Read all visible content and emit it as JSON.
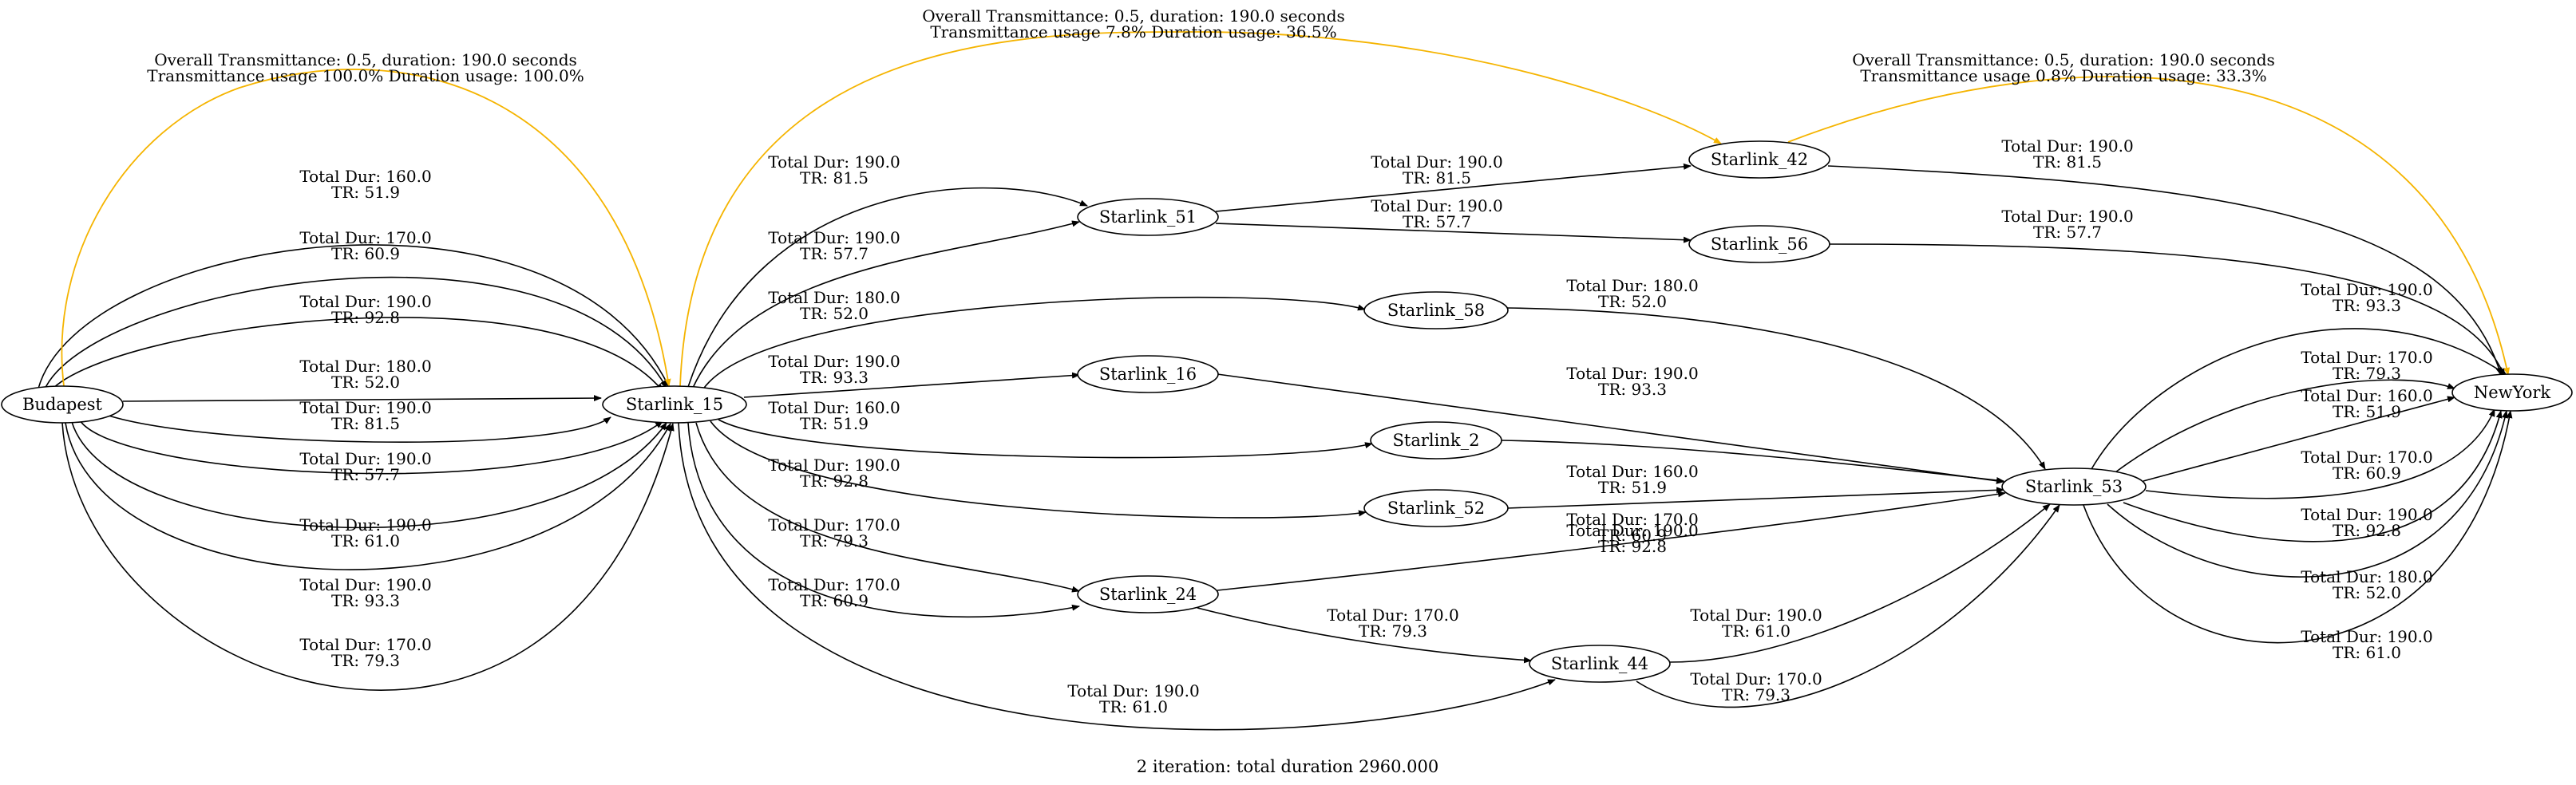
{
  "colors": {
    "edge": "#000000",
    "highlight": "#f5b400",
    "node_fill": "#ffffff"
  },
  "caption": "2 iteration: total duration 2960.000",
  "nodes": [
    {
      "id": "budapest",
      "label": "Budapest"
    },
    {
      "id": "s15",
      "label": "Starlink_15"
    },
    {
      "id": "s51",
      "label": "Starlink_51"
    },
    {
      "id": "s42",
      "label": "Starlink_42"
    },
    {
      "id": "s56",
      "label": "Starlink_56"
    },
    {
      "id": "s58",
      "label": "Starlink_58"
    },
    {
      "id": "s16",
      "label": "Starlink_16"
    },
    {
      "id": "s2",
      "label": "Starlink_2"
    },
    {
      "id": "s52",
      "label": "Starlink_52"
    },
    {
      "id": "s24",
      "label": "Starlink_24"
    },
    {
      "id": "s44",
      "label": "Starlink_44"
    },
    {
      "id": "s53",
      "label": "Starlink_53"
    },
    {
      "id": "newyork",
      "label": "NewYork"
    }
  ],
  "edges": [
    {
      "from": "budapest",
      "to": "s15",
      "dur": "Total Dur: 160.0",
      "tr": "TR: 51.9"
    },
    {
      "from": "budapest",
      "to": "s15",
      "dur": "Total Dur: 170.0",
      "tr": "TR: 60.9"
    },
    {
      "from": "budapest",
      "to": "s15",
      "dur": "Total Dur: 190.0",
      "tr": "TR: 92.8"
    },
    {
      "from": "budapest",
      "to": "s15",
      "dur": "Total Dur: 180.0",
      "tr": "TR: 52.0"
    },
    {
      "from": "budapest",
      "to": "s15",
      "dur": "Total Dur: 190.0",
      "tr": "TR: 81.5"
    },
    {
      "from": "budapest",
      "to": "s15",
      "dur": "Total Dur: 190.0",
      "tr": "TR: 57.7"
    },
    {
      "from": "budapest",
      "to": "s15",
      "dur": "Total Dur: 190.0",
      "tr": "TR: 61.0"
    },
    {
      "from": "budapest",
      "to": "s15",
      "dur": "Total Dur: 190.0",
      "tr": "TR: 93.3"
    },
    {
      "from": "budapest",
      "to": "s15",
      "dur": "Total Dur: 170.0",
      "tr": "TR: 79.3"
    },
    {
      "from": "s15",
      "to": "s51",
      "dur": "Total Dur: 190.0",
      "tr": "TR: 81.5"
    },
    {
      "from": "s15",
      "to": "s51",
      "dur": "Total Dur: 190.0",
      "tr": "TR: 57.7"
    },
    {
      "from": "s15",
      "to": "s58",
      "dur": "Total Dur: 180.0",
      "tr": "TR: 52.0"
    },
    {
      "from": "s15",
      "to": "s16",
      "dur": "Total Dur: 190.0",
      "tr": "TR: 93.3"
    },
    {
      "from": "s15",
      "to": "s2",
      "dur": "Total Dur: 160.0",
      "tr": "TR: 51.9"
    },
    {
      "from": "s15",
      "to": "s52",
      "dur": "Total Dur: 190.0",
      "tr": "TR: 92.8"
    },
    {
      "from": "s15",
      "to": "s24",
      "dur": "Total Dur: 170.0",
      "tr": "TR: 79.3"
    },
    {
      "from": "s15",
      "to": "s24",
      "dur": "Total Dur: 170.0",
      "tr": "TR: 60.9"
    },
    {
      "from": "s15",
      "to": "s44",
      "dur": "Total Dur: 190.0",
      "tr": "TR: 61.0"
    },
    {
      "from": "s51",
      "to": "s42",
      "dur": "Total Dur: 190.0",
      "tr": "TR: 81.5"
    },
    {
      "from": "s51",
      "to": "s56",
      "dur": "Total Dur: 190.0",
      "tr": "TR: 57.7"
    },
    {
      "from": "s42",
      "to": "newyork",
      "dur": "Total Dur: 190.0",
      "tr": "TR: 81.5"
    },
    {
      "from": "s56",
      "to": "newyork",
      "dur": "Total Dur: 190.0",
      "tr": "TR: 57.7"
    },
    {
      "from": "s58",
      "to": "s53",
      "dur": "Total Dur: 180.0",
      "tr": "TR: 52.0"
    },
    {
      "from": "s16",
      "to": "s53",
      "dur": "Total Dur: 190.0",
      "tr": "TR: 93.3"
    },
    {
      "from": "s2",
      "to": "s53",
      "dur": "Total Dur: 160.0",
      "tr": "TR: 51.9"
    },
    {
      "from": "s52",
      "to": "s53",
      "dur": "Total Dur: 190.0",
      "tr": "TR: 92.8"
    },
    {
      "from": "s24",
      "to": "s53",
      "dur": "Total Dur: 170.0",
      "tr": "TR: 60.9"
    },
    {
      "from": "s24",
      "to": "s44",
      "dur": "Total Dur: 170.0",
      "tr": "TR: 79.3"
    },
    {
      "from": "s44",
      "to": "s53",
      "dur": "Total Dur: 190.0",
      "tr": "TR: 61.0"
    },
    {
      "from": "s44",
      "to": "s53",
      "dur": "Total Dur: 170.0",
      "tr": "TR: 79.3"
    },
    {
      "from": "s53",
      "to": "newyork",
      "dur": "Total Dur: 190.0",
      "tr": "TR: 93.3"
    },
    {
      "from": "s53",
      "to": "newyork",
      "dur": "Total Dur: 170.0",
      "tr": "TR: 79.3"
    },
    {
      "from": "s53",
      "to": "newyork",
      "dur": "Total Dur: 160.0",
      "tr": "TR: 51.9"
    },
    {
      "from": "s53",
      "to": "newyork",
      "dur": "Total Dur: 170.0",
      "tr": "TR: 60.9"
    },
    {
      "from": "s53",
      "to": "newyork",
      "dur": "Total Dur: 190.0",
      "tr": "TR: 92.8"
    },
    {
      "from": "s53",
      "to": "newyork",
      "dur": "Total Dur: 180.0",
      "tr": "TR: 52.0"
    },
    {
      "from": "s53",
      "to": "newyork",
      "dur": "Total Dur: 190.0",
      "tr": "TR: 61.0"
    }
  ],
  "highlight_edges": [
    {
      "from": "budapest",
      "to": "s15",
      "line1": "Overall Transmittance: 0.5, duration: 190.0 seconds",
      "line2": "Transmittance usage 100.0% Duration usage: 100.0%"
    },
    {
      "from": "s15",
      "to": "s42",
      "line1": "Overall Transmittance: 0.5, duration: 190.0 seconds",
      "line2": "Transmittance usage 7.8% Duration usage: 36.5%"
    },
    {
      "from": "s42",
      "to": "newyork",
      "line1": "Overall Transmittance: 0.5, duration: 190.0 seconds",
      "line2": "Transmittance usage 0.8% Duration usage: 33.3%"
    }
  ]
}
